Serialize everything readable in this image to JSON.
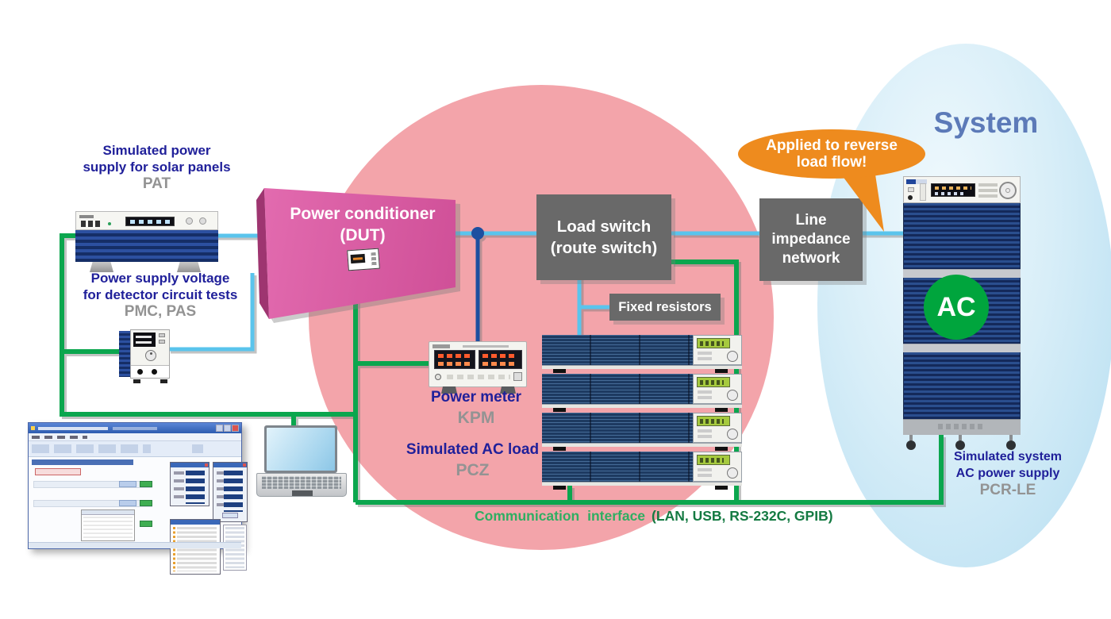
{
  "title": {
    "system": "System"
  },
  "callout": {
    "line1": "Applied to reverse",
    "line2": "load flow!"
  },
  "boxes": {
    "power_conditioner": {
      "line1": "Power conditioner",
      "line2": "(DUT)"
    },
    "load_switch": {
      "line1": "Load switch",
      "line2": "(route switch)"
    },
    "line_impedance": {
      "line1": "Line",
      "line2": "impedance",
      "line3": "network"
    },
    "fixed_resistors": {
      "label": "Fixed resistors"
    }
  },
  "labels": {
    "solar": {
      "line1": "Simulated power",
      "line2": "supply for solar panels",
      "model": "PAT"
    },
    "detector": {
      "line1": "Power supply voltage",
      "line2": "for detector circuit tests",
      "model": "PMC, PAS"
    },
    "power_meter": {
      "name": "Power meter",
      "model": "KPM"
    },
    "ac_load": {
      "name": "Simulated AC load",
      "model": "PCZ"
    },
    "system_supply": {
      "line1": "Simulated system",
      "line2": "AC power supply",
      "model": "PCR-LE"
    },
    "comm": {
      "prefix": "Communication interface",
      "suffix": "(LAN, USB, RS-232C, GPIB)"
    }
  },
  "badges": {
    "ac": "AC"
  },
  "colors": {
    "pink_zone": "#f3a4aa",
    "system_ellipse": "#b4ddf1",
    "power_line": "#5ac4ec",
    "meter_line": "#1c4fa0",
    "comm_line": "#0ba64e",
    "gray_box": "#696969",
    "dut_pink": "#d75ba3",
    "callout_orange": "#ee8b1e",
    "ac_badge_green": "#00a53d",
    "label_navy": "#20209a",
    "model_gray": "#939393",
    "system_title_blue": "#5c7ab8"
  }
}
